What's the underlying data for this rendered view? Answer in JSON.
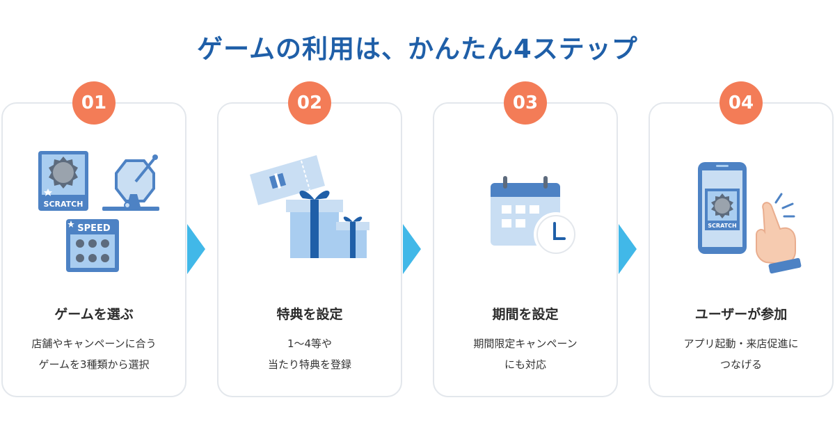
{
  "title": "ゲームの利用は、かんたん4ステップ",
  "colors": {
    "accent": "#1f5fa8",
    "number_badge": "#f37c57",
    "arrow": "#41b8e8",
    "border": "#e3e7ec"
  },
  "steps": [
    {
      "number": "01",
      "title": "ゲームを選ぶ",
      "desc": [
        "店舗やキャンペーンに合う",
        "ゲームを3種類から選択"
      ],
      "illustration": {
        "scratch_label": "SCRATCH",
        "speed_label": "SPEED"
      }
    },
    {
      "number": "02",
      "title": "特典を設定",
      "desc": [
        "1〜4等や",
        "当たり特典を登録"
      ]
    },
    {
      "number": "03",
      "title": "期間を設定",
      "desc": [
        "期間限定キャンペーン",
        "にも対応"
      ]
    },
    {
      "number": "04",
      "title": "ユーザーが参加",
      "desc": [
        "アプリ起動・来店促進に",
        "つなげる"
      ],
      "illustration": {
        "scratch_label": "SCRATCH"
      }
    }
  ]
}
